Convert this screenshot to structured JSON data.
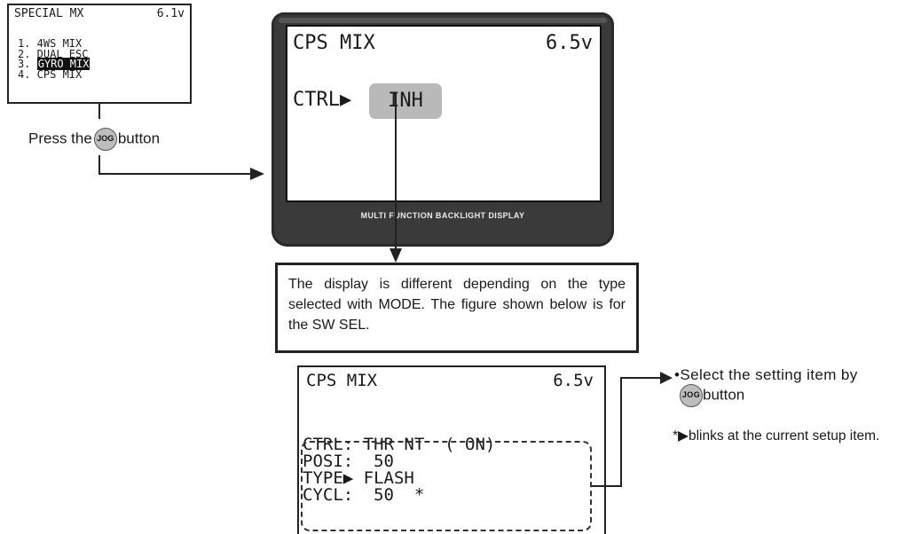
{
  "special_mx": {
    "title": "SPECIAL MX",
    "voltage": "6.1v",
    "items": [
      "1. 4WS MIX",
      "2. DUAL ESC",
      "3. ",
      "4. CPS MIX"
    ],
    "selected_item": "GYRO MIX"
  },
  "press_jog": {
    "prefix": "Press the",
    "jog_label": "JOG",
    "suffix": "button"
  },
  "main_display": {
    "title": "CPS MIX",
    "voltage": "6.5v",
    "ctrl_label": "CTRL",
    "ctrl_value": "INH",
    "brand": "MULTI FUNCTION BACKLIGHT DISPLAY"
  },
  "note": "The display is different depending on the type selected with MODE. The figure shown below is for the SW SEL.",
  "sw_sel_display": {
    "title": "CPS MIX",
    "voltage": "6.5v",
    "rows": [
      "CTRL: THR NT  ( ON)",
      "POSI:  50",
      "TYPE▶ FLASH",
      "CYCL:  50  *"
    ]
  },
  "select_note": {
    "line1": "Select the setting item by",
    "jog_label": "JOG",
    "line2": "button"
  },
  "blink_note": {
    "star": "*",
    "text": "blinks at the current setup item."
  },
  "colors": {
    "device_body": "#3a3a3a",
    "highlight": "#b9b9b9",
    "ink": "#222222"
  }
}
